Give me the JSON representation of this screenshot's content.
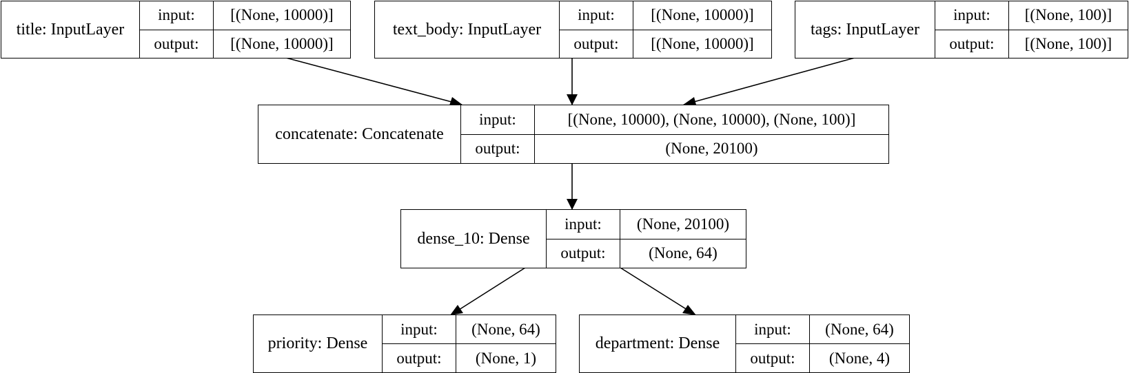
{
  "layers": {
    "title": {
      "name": "title: InputLayer",
      "input_label": "input:",
      "output_label": "output:",
      "input_shape": "[(None, 10000)]",
      "output_shape": "[(None, 10000)]"
    },
    "text_body": {
      "name": "text_body: InputLayer",
      "input_label": "input:",
      "output_label": "output:",
      "input_shape": "[(None, 10000)]",
      "output_shape": "[(None, 10000)]"
    },
    "tags": {
      "name": "tags: InputLayer",
      "input_label": "input:",
      "output_label": "output:",
      "input_shape": "[(None, 100)]",
      "output_shape": "[(None, 100)]"
    },
    "concatenate": {
      "name": "concatenate: Concatenate",
      "input_label": "input:",
      "output_label": "output:",
      "input_shape": "[(None, 10000), (None, 10000), (None, 100)]",
      "output_shape": "(None, 20100)"
    },
    "dense_10": {
      "name": "dense_10: Dense",
      "input_label": "input:",
      "output_label": "output:",
      "input_shape": "(None, 20100)",
      "output_shape": "(None, 64)"
    },
    "priority": {
      "name": "priority: Dense",
      "input_label": "input:",
      "output_label": "output:",
      "input_shape": "(None, 64)",
      "output_shape": "(None, 1)"
    },
    "department": {
      "name": "department: Dense",
      "input_label": "input:",
      "output_label": "output:",
      "input_shape": "(None, 64)",
      "output_shape": "(None, 4)"
    }
  },
  "edges": [
    {
      "from": "title",
      "to": "concatenate"
    },
    {
      "from": "text_body",
      "to": "concatenate"
    },
    {
      "from": "tags",
      "to": "concatenate"
    },
    {
      "from": "concatenate",
      "to": "dense_10"
    },
    {
      "from": "dense_10",
      "to": "priority"
    },
    {
      "from": "dense_10",
      "to": "department"
    }
  ]
}
